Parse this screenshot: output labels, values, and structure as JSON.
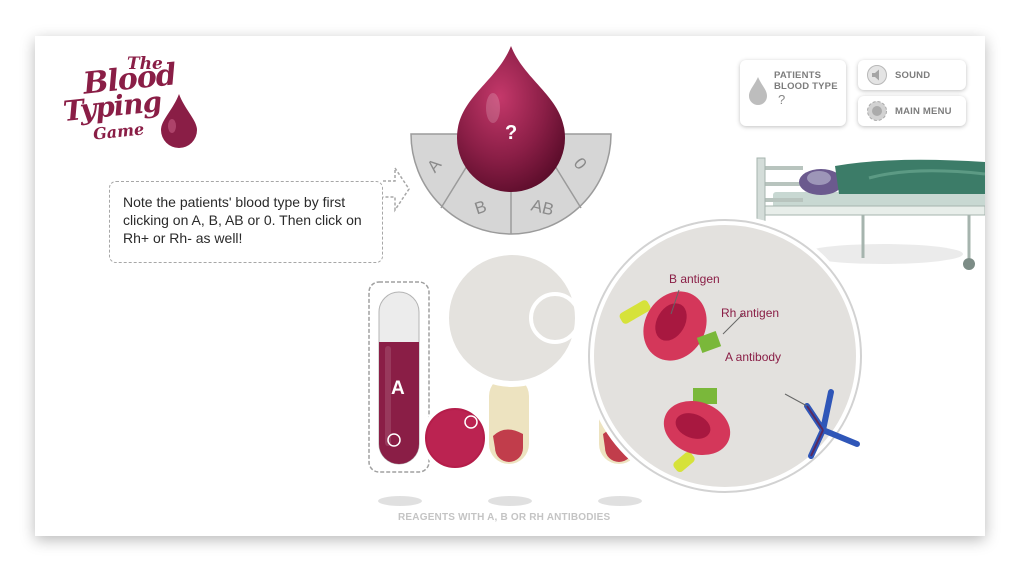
{
  "logo": {
    "line1": "The",
    "line2": "Blood",
    "line3": "Typing",
    "line4": "Game"
  },
  "selector": {
    "center": "?",
    "options": [
      "A",
      "B",
      "AB",
      "0"
    ]
  },
  "patient_panel": {
    "label_line1": "PATIENTS",
    "label_line2": "BLOOD TYPE",
    "value": "?"
  },
  "sound_button": {
    "label": "SOUND"
  },
  "menu_button": {
    "label": "MAIN MENU"
  },
  "instruction": {
    "text": "Note the patients' blood type by first clicking on A, B, AB or 0. Then click on Rh+ or Rh- as well!"
  },
  "tubes": [
    {
      "label": "A"
    }
  ],
  "antigen_labels": {
    "b_antigen": "B antigen",
    "rh_antigen": "Rh antigen",
    "a_antibody": "A antibody"
  },
  "reagents_caption": "REAGENTS WITH A, B OR RH ANTIBODIES",
  "colors": {
    "blood": "#8a1e46",
    "blood_light": "#c02a5c",
    "antigen_yellow": "#d6e23a",
    "antigen_green": "#7ab83a",
    "antibody_blue": "#2f56b8"
  }
}
